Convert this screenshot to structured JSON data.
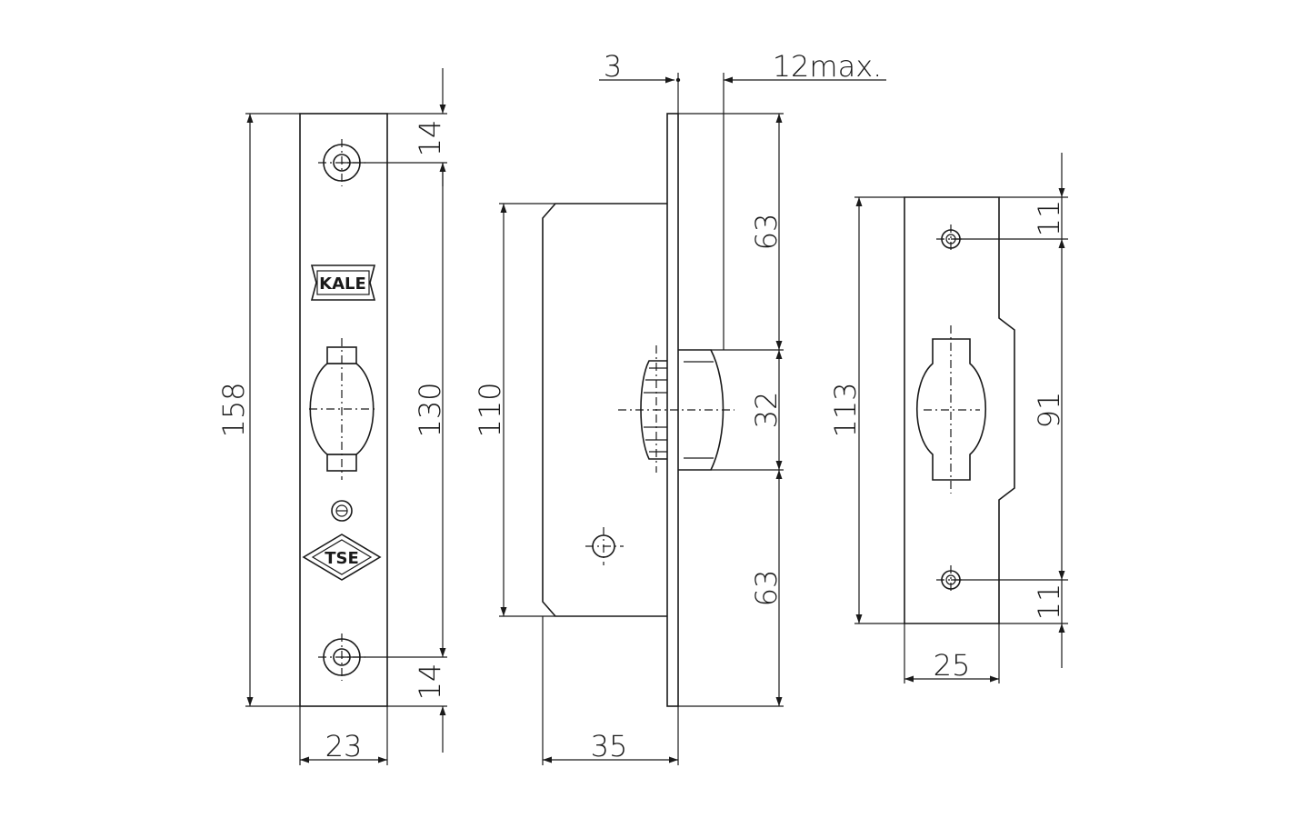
{
  "drawing": {
    "faceplate": {
      "height_dim": "158",
      "inner_height_dim": "130",
      "top_offset_dim": "14",
      "bottom_offset_dim": "14",
      "width_dim": "23",
      "brand_logo": "KALE",
      "cert_logo": "TSE"
    },
    "side_view": {
      "plate_thickness_dim": "3",
      "bolt_throw_dim": "12max.",
      "body_height_dim": "110",
      "upper_dim": "63",
      "middle_dim": "32",
      "lower_dim": "63",
      "depth_dim": "35"
    },
    "strike_plate": {
      "height_dim": "113",
      "inner_height_dim": "91",
      "top_offset_dim": "11",
      "bottom_offset_dim": "11",
      "width_dim": "25"
    }
  }
}
